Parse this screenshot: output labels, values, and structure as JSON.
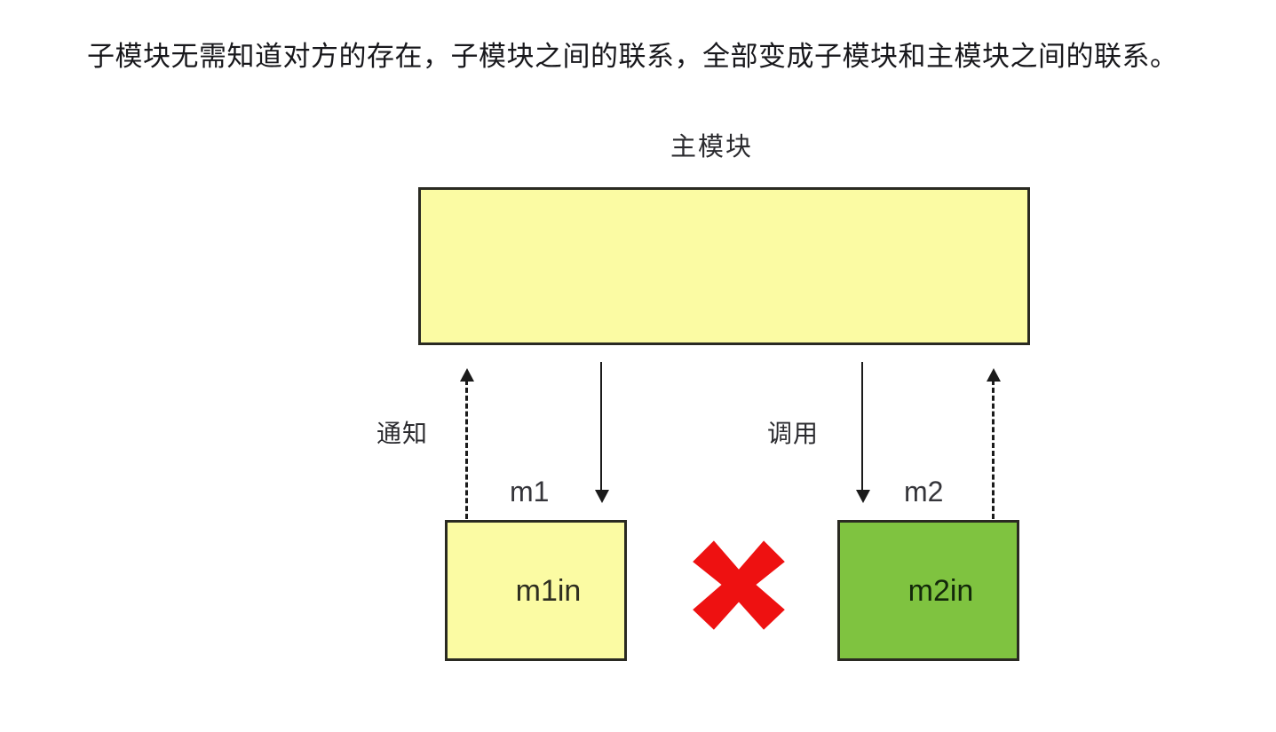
{
  "diagram": {
    "title": "子模块无需知道对方的存在，子模块之间的联系，全部变成子模块和主模块之间的联系。",
    "main_module_label": "主模块",
    "boxes": [
      {
        "id": "main",
        "text": "",
        "color": "#FBFBA3",
        "border": "#2A2A22"
      },
      {
        "id": "m1in",
        "text": "m1in",
        "color": "#FBFBA3",
        "border": "#2A2A22"
      },
      {
        "id": "m2in",
        "text": "m2in",
        "color": "#7FC340",
        "border": "#2A2A22"
      }
    ],
    "submodule_labels": {
      "m1": "m1",
      "m2": "m2"
    },
    "edge_labels": {
      "notify": "通知",
      "invoke": "调用"
    },
    "arrows": [
      {
        "id": "m1-notify-up",
        "style": "dashed",
        "direction": "up",
        "label": "通知"
      },
      {
        "id": "m1-invoke-down",
        "style": "solid",
        "direction": "down",
        "label": "调用"
      },
      {
        "id": "m2-invoke-down",
        "style": "solid",
        "direction": "down",
        "label": "调用"
      },
      {
        "id": "m2-notify-up",
        "style": "dashed",
        "direction": "up",
        "label": "通知"
      }
    ],
    "forbidden_marker": {
      "name": "red-cross",
      "meaning": "子模块之间不可直接通信",
      "color": "#EE1111"
    },
    "background": "#FFFFFF",
    "accent_colors": {
      "yellow": "#FBFBA3",
      "green": "#7FC340",
      "red": "#EE1111",
      "line": "#1B1B1B"
    }
  }
}
